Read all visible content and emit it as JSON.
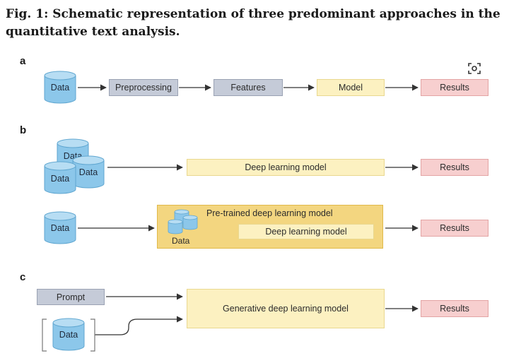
{
  "title": "Fig. 1: Schematic representation of three predominant approaches in the quantitative text analysis.",
  "panels": {
    "a": "a",
    "b": "b",
    "c": "c"
  },
  "a": {
    "data": "Data",
    "preprocessing": "Preprocessing",
    "features": "Features",
    "model": "Model",
    "results": "Results"
  },
  "b1": {
    "data1": "Data",
    "data2": "Data",
    "data3": "Data",
    "model": "Deep learning model",
    "results": "Results"
  },
  "b2": {
    "data": "Data",
    "pretrained_title": "Pre-trained deep learning model",
    "pretrained_data": "Data",
    "model": "Deep learning model",
    "results": "Results"
  },
  "c": {
    "prompt": "Prompt",
    "data": "Data",
    "model": "Generative deep learning model",
    "results": "Results"
  },
  "icons": {
    "scan": "scan-image-icon"
  },
  "colors": {
    "cylinder": "#8cc7ea",
    "cylinder_top": "#b7ddf3",
    "gray_box": "#c5cbd8",
    "yellow_box": "#fcf1c1",
    "pink_box": "#f7cfcf",
    "pretrained_box": "#f3d680"
  }
}
